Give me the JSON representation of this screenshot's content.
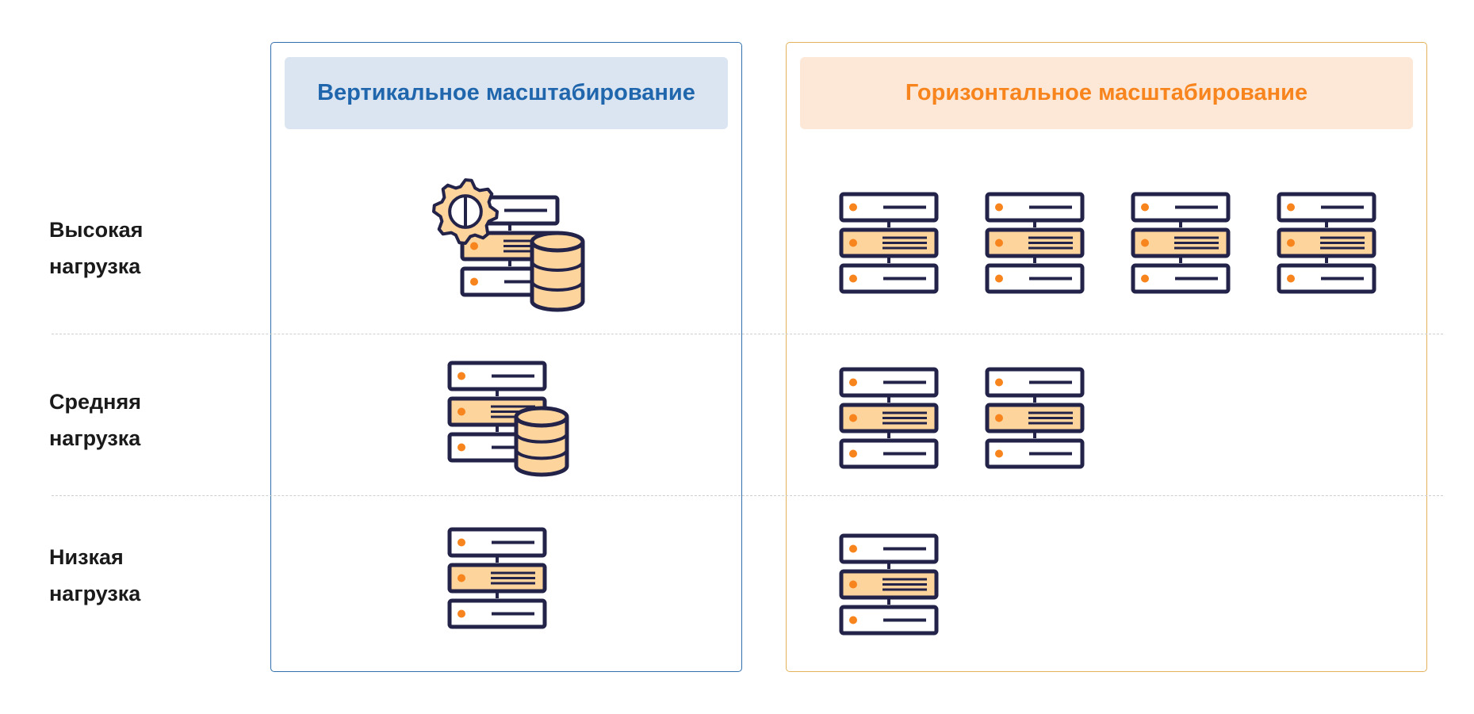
{
  "columns": {
    "vertical": {
      "title": "Вертикальное масштабирование",
      "color": "#1f66ad",
      "header_bg": "#dae5f1",
      "border": "#2f6fab"
    },
    "horizontal": {
      "title": "Горизонтальное масштабирование",
      "color": "#f7841d",
      "header_bg": "#fde8d7",
      "border": "#e4b25a"
    }
  },
  "rows": [
    {
      "label_line1": "Высокая",
      "label_line2": "нагрузка",
      "vertical_icon": "server-database-gear-icon",
      "horizontal_server_count": 4
    },
    {
      "label_line1": "Средняя",
      "label_line2": "нагрузка",
      "vertical_icon": "server-database-icon",
      "horizontal_server_count": 2
    },
    {
      "label_line1": "Низкая",
      "label_line2": "нагрузка",
      "vertical_icon": "server-rack-icon",
      "horizontal_server_count": 1
    }
  ],
  "icon_colors": {
    "outline": "#23234a",
    "fill": "#fdd49c",
    "dot": "#f7841d"
  }
}
